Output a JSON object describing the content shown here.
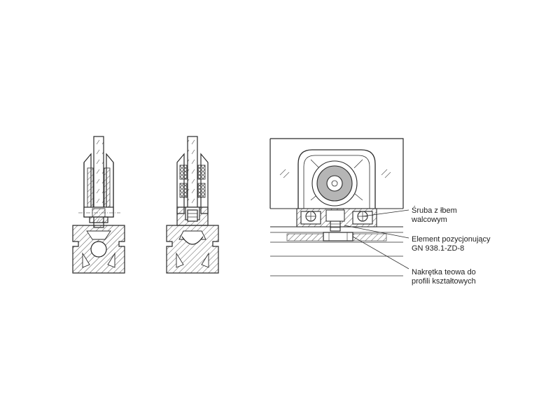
{
  "labels": [
    {
      "id": "screw",
      "lines": [
        "Śruba z łbem",
        "walcowym"
      ]
    },
    {
      "id": "positioning",
      "lines": [
        "Element pozycjonujący",
        "GN 938.1-ZD-8"
      ]
    },
    {
      "id": "tnut",
      "lines": [
        "Nakrętka teowa do",
        "profili kształtowych"
      ]
    }
  ],
  "colors": {
    "line": "#2a2a2a",
    "hatch": "#555555",
    "ring": "#b5b5b5",
    "fill": "#ffffff"
  }
}
